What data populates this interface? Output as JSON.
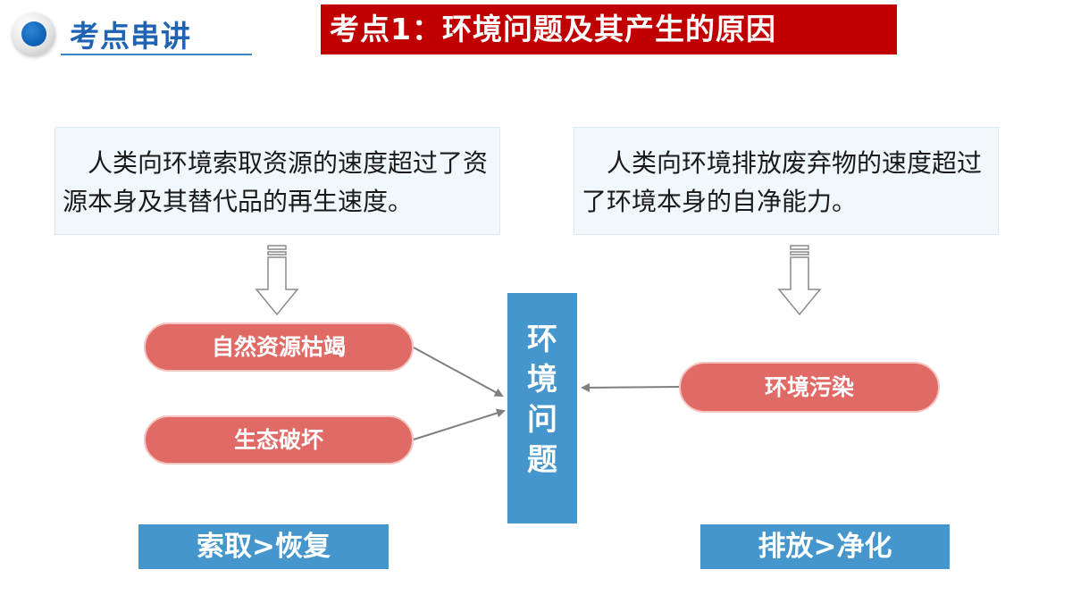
{
  "header": {
    "section_title": "考点串讲",
    "topic_banner": "考点1：环境问题及其产生的原因"
  },
  "causes": {
    "left": "人类向环境索取资源的速度超过了资源本身及其替代品的再生速度。",
    "right": "人类向环境排放废弃物的速度超过了环境本身的自净能力。"
  },
  "effects": {
    "resource_exhaustion": "自然资源枯竭",
    "ecological_damage": "生态破坏",
    "pollution": "环境污染"
  },
  "center": {
    "label": "环境问题"
  },
  "summary": {
    "left": "索取>恢复",
    "right": "排放>净化"
  },
  "colors": {
    "banner_red": "#c00000",
    "title_blue": "#1f63b3",
    "pill_red": "#e06a66",
    "box_blue": "#4596cc",
    "cause_bg": "#f0f8fb"
  }
}
